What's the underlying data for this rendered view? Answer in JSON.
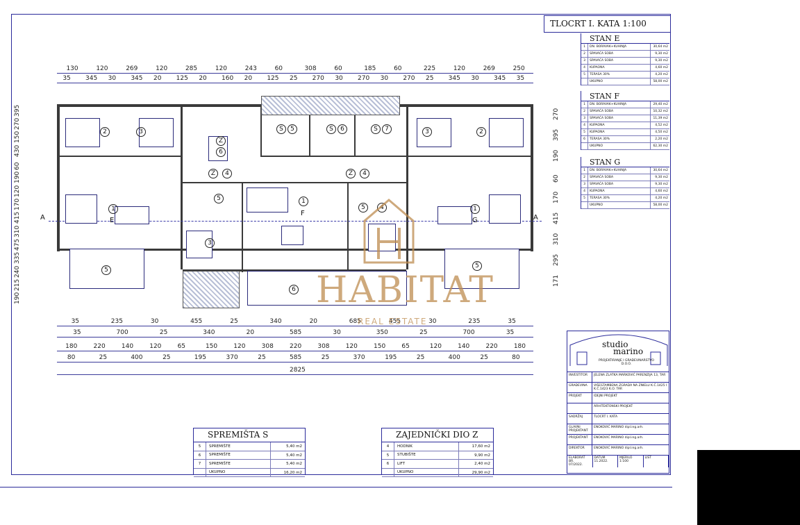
{
  "drawing_title": "TLOCRT I. KATA 1:100",
  "stans": [
    {
      "name": "STAN E",
      "rows": [
        {
          "n": "1",
          "label": "DN. BORAVAK+KUHINJA",
          "area": "30,64 m2"
        },
        {
          "n": "2",
          "label": "SPAVAĆA SOBA",
          "area": "9,30 m2"
        },
        {
          "n": "3",
          "label": "SPAVAĆA SOBA",
          "area": "9,30 m2"
        },
        {
          "n": "4",
          "label": "KUPAONA",
          "area": "4,60 m2"
        },
        {
          "n": "5",
          "label": "TERASA 30%",
          "area": "4,20 m2"
        },
        {
          "n": "",
          "label": "UKUPNO",
          "area": "58,00 m2"
        }
      ]
    },
    {
      "name": "STAN F",
      "rows": [
        {
          "n": "1",
          "label": "DN. BORAVAK+KUHINJA",
          "area": "29,40 m2"
        },
        {
          "n": "2",
          "label": "SPAVAĆA SOBA",
          "area": "10,32 m2"
        },
        {
          "n": "3",
          "label": "SPAVAĆA SOBA",
          "area": "11,39 m2"
        },
        {
          "n": "4",
          "label": "KUPAONA",
          "area": "4,52 m2"
        },
        {
          "n": "5",
          "label": "KUPAONA",
          "area": "4,50 m2"
        },
        {
          "n": "6",
          "label": "TERASA 30%",
          "area": "2,20 m2"
        },
        {
          "n": "",
          "label": "UKUPNO",
          "area": "62,30 m2"
        }
      ]
    },
    {
      "name": "STAN G",
      "rows": [
        {
          "n": "1",
          "label": "DN. BORAVAK+KUHINJA",
          "area": "30,64 m2"
        },
        {
          "n": "2",
          "label": "SPAVAĆA SOBA",
          "area": "9,30 m2"
        },
        {
          "n": "3",
          "label": "SPAVAĆA SOBA",
          "area": "9,30 m2"
        },
        {
          "n": "4",
          "label": "KUPAONA",
          "area": "4,60 m2"
        },
        {
          "n": "5",
          "label": "TERASA 30%",
          "area": "4,20 m2"
        },
        {
          "n": "",
          "label": "UKUPNO",
          "area": "58,00 m2"
        }
      ]
    }
  ],
  "top_dims_row1": [
    "130",
    "120",
    "269",
    "120",
    "285",
    "120",
    "243",
    "60",
    "308",
    "60",
    "185",
    "60",
    "225",
    "120",
    "269",
    "250"
  ],
  "top_dims_row2": [
    "35",
    "345",
    "30",
    "345",
    "20",
    "125",
    "20",
    "160",
    "20",
    "125",
    "25",
    "270",
    "30",
    "270",
    "30",
    "270",
    "25",
    "345",
    "30",
    "345",
    "35"
  ],
  "bottom_dims_row1": [
    "35",
    "235",
    "30",
    "455",
    "25",
    "340",
    "20",
    "685",
    "455",
    "30",
    "235",
    "35"
  ],
  "bottom_dims_row2": [
    "35",
    "700",
    "25",
    "340",
    "20",
    "585",
    "30",
    "350",
    "25",
    "700",
    "35"
  ],
  "bottom_dims_row3": [
    "180",
    "220",
    "140",
    "120",
    "65",
    "150",
    "120",
    "308",
    "220",
    "308",
    "120",
    "150",
    "65",
    "120",
    "140",
    "220",
    "180"
  ],
  "bottom_dims_row4": [
    "80",
    "25",
    "400",
    "25",
    "195",
    "370",
    "25",
    "585",
    "25",
    "370",
    "195",
    "25",
    "400",
    "25",
    "80"
  ],
  "total_dim": "2825",
  "left_dims": [
    "395",
    "270",
    "150",
    "430",
    "60",
    "190",
    "120",
    "170",
    "415",
    "310",
    "475",
    "335",
    "240",
    "215",
    "190"
  ],
  "right_dims": [
    "270",
    "395",
    "190",
    "60",
    "170",
    "415",
    "310",
    "295",
    "171"
  ],
  "section_mark": "A",
  "plan_labels": {
    "e": "E",
    "f": "F",
    "g": "G",
    "s5": "S",
    "s6": "S",
    "s7": "S",
    "z4a": "Z",
    "z4b": "Z",
    "z6": "Z",
    "n1": "1",
    "n2": "2",
    "n3": "3",
    "n4": "4",
    "n5": "5",
    "n6": "6",
    "n7": "7"
  },
  "spremista": {
    "title": "SPREMIŠTA     S",
    "rows": [
      {
        "n": "5",
        "label": "SPREMIŠTE",
        "area": "5,40 m2"
      },
      {
        "n": "6",
        "label": "SPREMIŠTE",
        "area": "5,40 m2"
      },
      {
        "n": "7",
        "label": "SPREMIŠTE",
        "area": "5,40 m2"
      },
      {
        "n": "",
        "label": "UKUPNO",
        "area": "16,20 m2"
      }
    ]
  },
  "zajednicki": {
    "title": "ZAJEDNIČKI DIO Z",
    "rows": [
      {
        "n": "4",
        "label": "HODNIK",
        "area": "17,60 m2"
      },
      {
        "n": "5",
        "label": "STUBIŠTE",
        "area": "9,90 m2"
      },
      {
        "n": "6",
        "label": "LIFT",
        "area": "2,40 m2"
      },
      {
        "n": "",
        "label": "UKUPNO",
        "area": "29,90 m2"
      }
    ]
  },
  "stamp": {
    "studio": "studio",
    "marino": "marino",
    "subtitle": "PROJEKTIRANJE I GRAĐEVINARSTVO D.O.O.",
    "rows": [
      {
        "k": "INVESTITOR",
        "v": "JELENA ZLATKA MARKOVIĆ PARENZIJA 13, TAR"
      },
      {
        "k": "GRAĐEVINA",
        "v": "VIŠESTAMBENA ZGRADA NA ZNIELU K.Č.1425 I K.Č.1423 K.O. TAR"
      },
      {
        "k": "PROJEKT",
        "v": "IDEJNI PROJEKT"
      },
      {
        "k": "",
        "v": "ARHITEKTONSKI PROJEKT"
      },
      {
        "k": "SADRŽAJ",
        "v": "TLOCRT I. KATA"
      },
      {
        "k": "GLAVNI PROJEKTANT",
        "v": "ENOKOVIĆ MARINO dipl.ing.arh."
      },
      {
        "k": "PROJEKTANT",
        "v": "ENOKOVIĆ MARINO dipl.ing.arh."
      },
      {
        "k": "DIREKTOR",
        "v": "ENOKOVIĆ MARINO dipl.ing.arh."
      }
    ],
    "footer": [
      {
        "k": "ELABORAT BR.",
        "v": "07/2022."
      },
      {
        "k": "DATUM",
        "v": "11.2022."
      },
      {
        "k": "MJERILO",
        "v": "1:100"
      },
      {
        "k": "LIST",
        "v": ""
      }
    ]
  },
  "watermark": {
    "main": "HABITAT",
    "sub": "REAL ESTATE"
  }
}
